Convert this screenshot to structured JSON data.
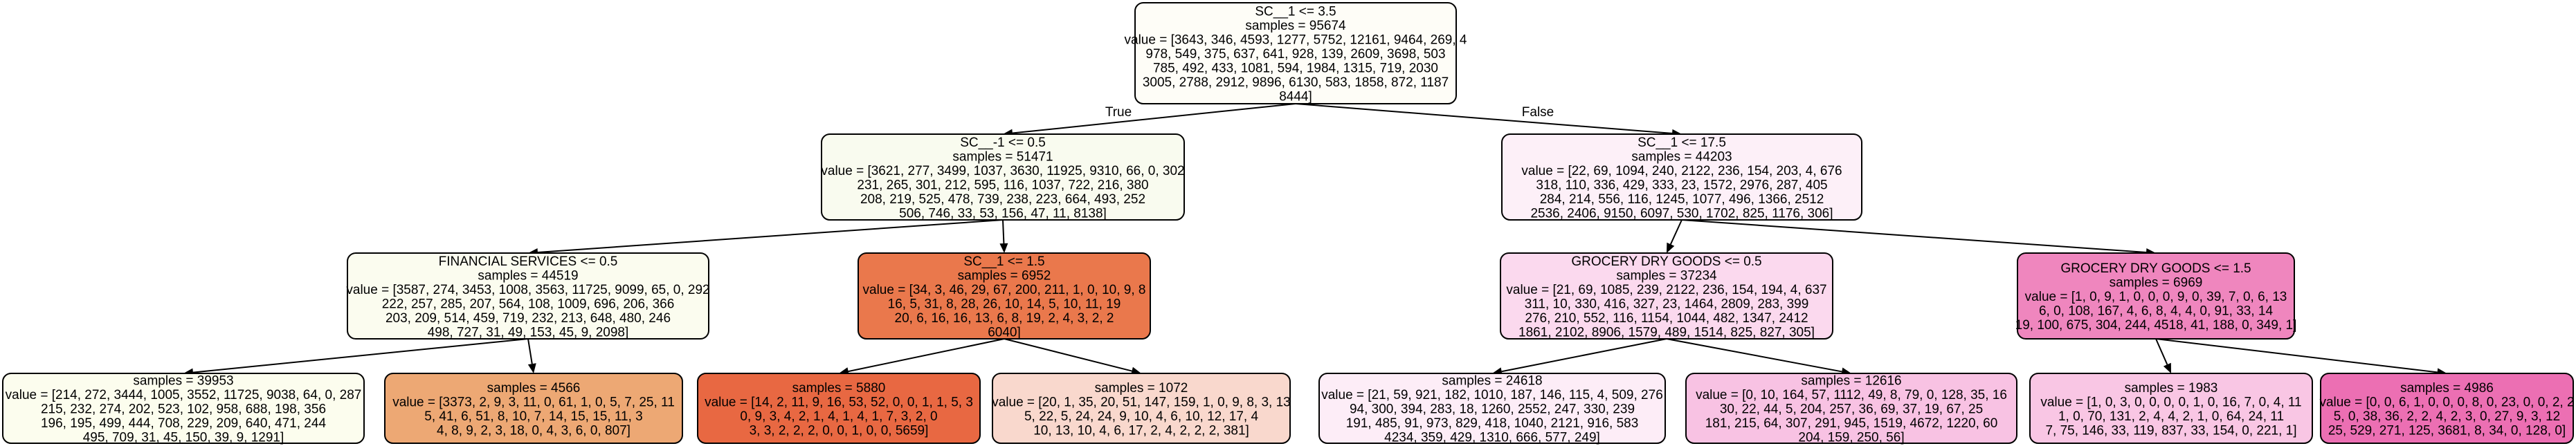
{
  "nodes": [
    {
      "id": "n0",
      "fill": "#fefdf7",
      "lines": [
        "SC__1 <= 3.5",
        "samples = 95674",
        "value = [3643, 346, 4593, 1277, 5752, 12161, 9464, 269, 4",
        "978, 549, 375, 637, 641, 928, 139, 2609, 3698, 503",
        "785, 492, 433, 1081, 594, 1984, 1315, 719, 2030",
        "3005, 2788, 2912, 9896, 6130, 583, 1858, 872, 1187",
        "8444]"
      ]
    },
    {
      "id": "n1",
      "fill": "#f9fbef",
      "lines": [
        "SC__-1 <= 0.5",
        "samples = 51471",
        "value = [3621, 277, 3499, 1037, 3630, 11925, 9310, 66, 0, 302",
        "231, 265, 301, 212, 595, 116, 1037, 722, 216, 380",
        "208, 219, 525, 478, 739, 238, 223, 664, 493, 252",
        "506, 746, 33, 53, 156, 47, 11, 8138]"
      ]
    },
    {
      "id": "n2",
      "fill": "#fdf0f8",
      "lines": [
        "SC__1 <= 17.5",
        "samples = 44203",
        "value = [22, 69, 1094, 240, 2122, 236, 154, 203, 4, 676",
        "318, 110, 336, 429, 333, 23, 1572, 2976, 287, 405",
        "284, 214, 556, 116, 1245, 1077, 496, 1366, 2512",
        "2536, 2406, 9150, 6097, 530, 1702, 825, 1176, 306]"
      ]
    },
    {
      "id": "n3",
      "fill": "#fbfcef",
      "lines": [
        "FINANCIAL SERVICES <= 0.5",
        "samples = 44519",
        "value = [3587, 274, 3453, 1008, 3563, 11725, 9099, 65, 0, 292",
        "222, 257, 285, 207, 564, 108, 1009, 696, 206, 366",
        "203, 209, 514, 459, 719, 232, 213, 648, 480, 246",
        "498, 727, 31, 49, 153, 45, 9, 2098]"
      ]
    },
    {
      "id": "n4",
      "fill": "#ea784c",
      "lines": [
        "SC__1 <= 1.5",
        "samples = 6952",
        "value = [34, 3, 46, 29, 67, 200, 211, 1, 0, 10, 9, 8",
        "16, 5, 31, 8, 28, 26, 10, 14, 5, 10, 11, 19",
        "20, 6, 16, 16, 13, 6, 8, 19, 2, 4, 3, 2, 2",
        "6040]"
      ]
    },
    {
      "id": "n5",
      "fill": "#fbd9ee",
      "lines": [
        "GROCERY DRY GOODS <= 0.5",
        "samples = 37234",
        "value = [21, 69, 1085, 239, 2122, 236, 154, 194, 4, 637",
        "311, 10, 330, 416, 327, 23, 1464, 2809, 283, 399",
        "276, 210, 552, 116, 1154, 1044, 482, 1347, 2412",
        "1861, 2102, 8906, 1579, 489, 1514, 825, 827, 305]"
      ]
    },
    {
      "id": "n6",
      "fill": "#ef86be",
      "lines": [
        "GROCERY DRY GOODS <= 1.5",
        "samples = 6969",
        "value = [1, 0, 9, 1, 0, 0, 0, 9, 0, 39, 7, 0, 6, 13",
        "6, 0, 108, 167, 4, 6, 8, 4, 4, 0, 91, 33, 14",
        "19, 100, 675, 304, 244, 4518, 41, 188, 0, 349, 1]"
      ]
    },
    {
      "id": "n7",
      "fill": "#fcfdee",
      "lines": [
        "samples = 39953",
        "value = [214, 272, 3444, 1005, 3552, 11725, 9038, 64, 0, 287",
        "215, 232, 274, 202, 523, 102, 958, 688, 198, 356",
        "196, 195, 499, 444, 708, 229, 209, 640, 471, 244",
        "495, 709, 31, 45, 150, 39, 9, 1291]"
      ]
    },
    {
      "id": "n8",
      "fill": "#eda874",
      "lines": [
        "samples = 4566",
        "value = [3373, 2, 9, 3, 11, 0, 61, 1, 0, 5, 7, 25, 11",
        "5, 41, 6, 51, 8, 10, 7, 14, 15, 15, 11, 3",
        "4, 8, 9, 2, 3, 18, 0, 4, 3, 6, 0, 807]"
      ]
    },
    {
      "id": "n9",
      "fill": "#e86842",
      "lines": [
        "samples = 5880",
        "value = [14, 2, 11, 9, 16, 53, 52, 0, 0, 1, 1, 5, 3",
        "0, 9, 3, 4, 2, 1, 4, 1, 4, 1, 7, 3, 2, 0",
        "3, 3, 2, 2, 2, 0, 0, 1, 0, 0, 5659]"
      ]
    },
    {
      "id": "n10",
      "fill": "#f9d8cd",
      "lines": [
        "samples = 1072",
        "value = [20, 1, 35, 20, 51, 147, 159, 1, 0, 9, 8, 3, 13",
        "5, 22, 5, 24, 24, 9, 10, 4, 6, 10, 12, 17, 4",
        "10, 13, 10, 4, 6, 17, 2, 4, 2, 2, 2, 381]"
      ]
    },
    {
      "id": "n11",
      "fill": "#fdedf7",
      "lines": [
        "samples = 24618",
        "value = [21, 59, 921, 182, 1010, 187, 146, 115, 4, 509, 276",
        "94, 300, 394, 283, 18, 1260, 2552, 247, 330, 239",
        "191, 485, 91, 973, 829, 418, 1040, 2121, 916, 583",
        "4234, 359, 429, 1310, 666, 577, 249]"
      ]
    },
    {
      "id": "n12",
      "fill": "#f8c2e3",
      "lines": [
        "samples = 12616",
        "value = [0, 10, 164, 57, 1112, 49, 8, 79, 0, 128, 35, 16",
        "30, 22, 44, 5, 204, 257, 36, 69, 37, 19, 67, 25",
        "181, 215, 64, 307, 291, 945, 1519, 4672, 1220, 60",
        "204, 159, 250, 56]"
      ]
    },
    {
      "id": "n13",
      "fill": "#f9c6e4",
      "lines": [
        "samples = 1983",
        "value = [1, 0, 3, 0, 0, 0, 0, 1, 0, 16, 7, 0, 4, 11",
        "1, 0, 70, 131, 2, 4, 4, 2, 1, 0, 64, 24, 11",
        "7, 75, 146, 33, 119, 837, 33, 154, 0, 221, 1]"
      ]
    },
    {
      "id": "n14",
      "fill": "#ec6fb3",
      "lines": [
        "samples = 4986",
        "value = [0, 0, 6, 1, 0, 0, 0, 8, 0, 23, 0, 0, 2, 2",
        "5, 0, 38, 36, 2, 2, 4, 2, 3, 0, 27, 9, 3, 12",
        "25, 529, 271, 125, 3681, 8, 34, 0, 128, 0]"
      ]
    }
  ],
  "edges": [
    {
      "from": "n0",
      "to": "n1",
      "label": "True"
    },
    {
      "from": "n0",
      "to": "n2",
      "label": "False"
    },
    {
      "from": "n1",
      "to": "n3",
      "label": ""
    },
    {
      "from": "n1",
      "to": "n4",
      "label": ""
    },
    {
      "from": "n2",
      "to": "n5",
      "label": ""
    },
    {
      "from": "n2",
      "to": "n6",
      "label": ""
    },
    {
      "from": "n3",
      "to": "n7",
      "label": ""
    },
    {
      "from": "n3",
      "to": "n8",
      "label": ""
    },
    {
      "from": "n4",
      "to": "n9",
      "label": ""
    },
    {
      "from": "n4",
      "to": "n10",
      "label": ""
    },
    {
      "from": "n5",
      "to": "n11",
      "label": ""
    },
    {
      "from": "n5",
      "to": "n12",
      "label": ""
    },
    {
      "from": "n6",
      "to": "n13",
      "label": ""
    },
    {
      "from": "n6",
      "to": "n14",
      "label": ""
    }
  ]
}
